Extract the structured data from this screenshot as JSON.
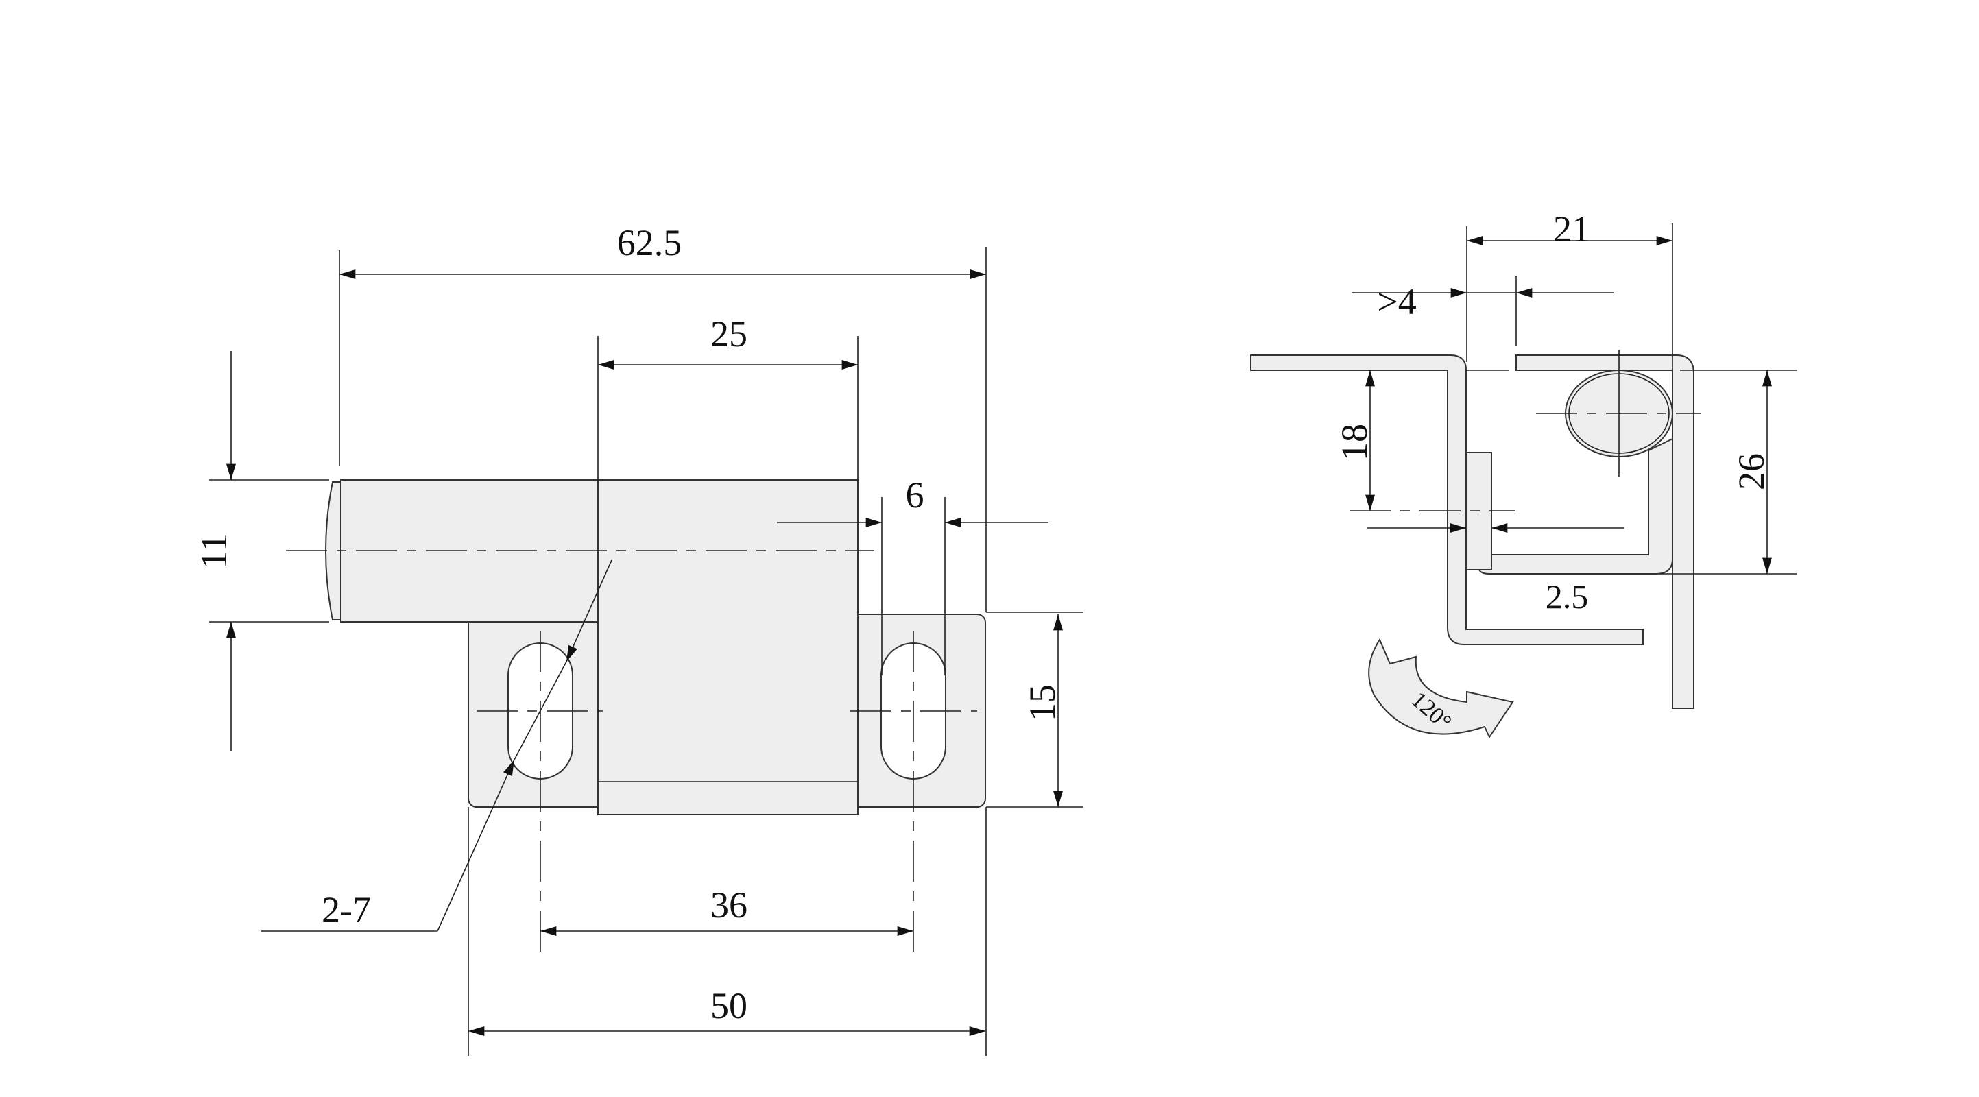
{
  "front_view": {
    "dims": {
      "overall_length": "62.5",
      "body_width": "25",
      "pin_diameter": "11",
      "slot_width": "6",
      "plate_height": "15",
      "hole_spacing": "36",
      "plate_length": "50",
      "holes": "2-7"
    }
  },
  "side_view": {
    "dims": {
      "depth": "21",
      "gap": ">4",
      "height_a": "18",
      "thickness": "2.5",
      "height_b": "26",
      "rotation": "120°"
    }
  },
  "colors": {
    "part_fill": "#eeeeee",
    "line": "#222222"
  }
}
